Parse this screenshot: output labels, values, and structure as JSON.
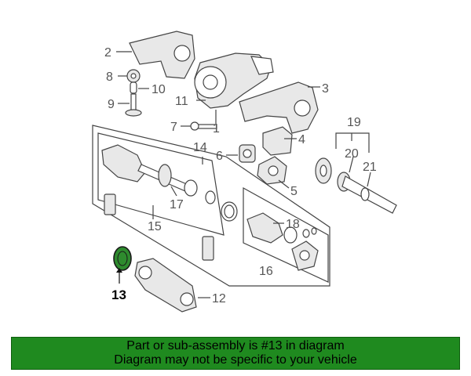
{
  "callouts": {
    "c1": "1",
    "c2": "2",
    "c3": "3",
    "c4": "4",
    "c5": "5",
    "c6": "6",
    "c7": "7",
    "c8": "8",
    "c9": "9",
    "c10": "10",
    "c11": "11",
    "c12": "12",
    "c13": "13",
    "c14": "14",
    "c15": "15",
    "c16": "16",
    "c17": "17",
    "c18": "18",
    "c19": "19",
    "c20": "20",
    "c21": "21"
  },
  "highlight": {
    "part": "13",
    "color": "#2e8b2e"
  },
  "banner": {
    "line1": "Part or sub-assembly is #13 in diagram",
    "line2": "Diagram may not be specific to your vehicle",
    "background": "#1f8a1f"
  }
}
